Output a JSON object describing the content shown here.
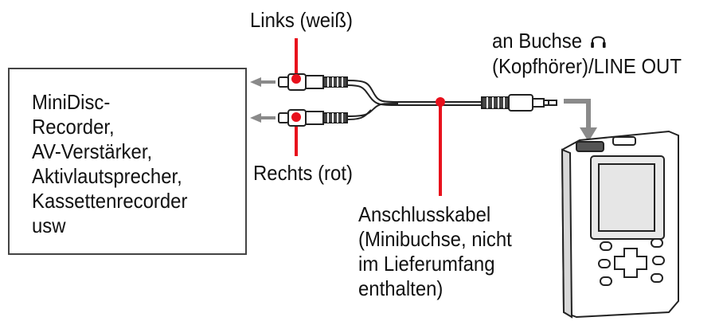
{
  "left_device": {
    "lines": [
      "MiniDisc-",
      "Recorder,",
      "AV-Verstärker,",
      "Aktivlautsprecher,",
      "Kassettenrecorder",
      "usw"
    ]
  },
  "labels": {
    "left_channel": "Links (weiß)",
    "right_channel": "Rechts (rot)",
    "jack_line1": "an Buchse",
    "jack_line2": "(Kopfhörer)/LINE OUT",
    "cable_lines": [
      "Anschlusskabel",
      "(Minibuchse, nicht",
      "im Lieferumfang",
      "enthalten)"
    ]
  },
  "icons": {
    "headphone": "headphone-icon",
    "arrow": "arrow-left-icon",
    "rca_plug": "rca-plug-icon",
    "mini_plug": "mini-plug-icon",
    "player": "portable-player-icon"
  },
  "colors": {
    "leader_line": "#e8101c",
    "arrow_gray": "#8a8a8a",
    "outline": "#222222"
  }
}
